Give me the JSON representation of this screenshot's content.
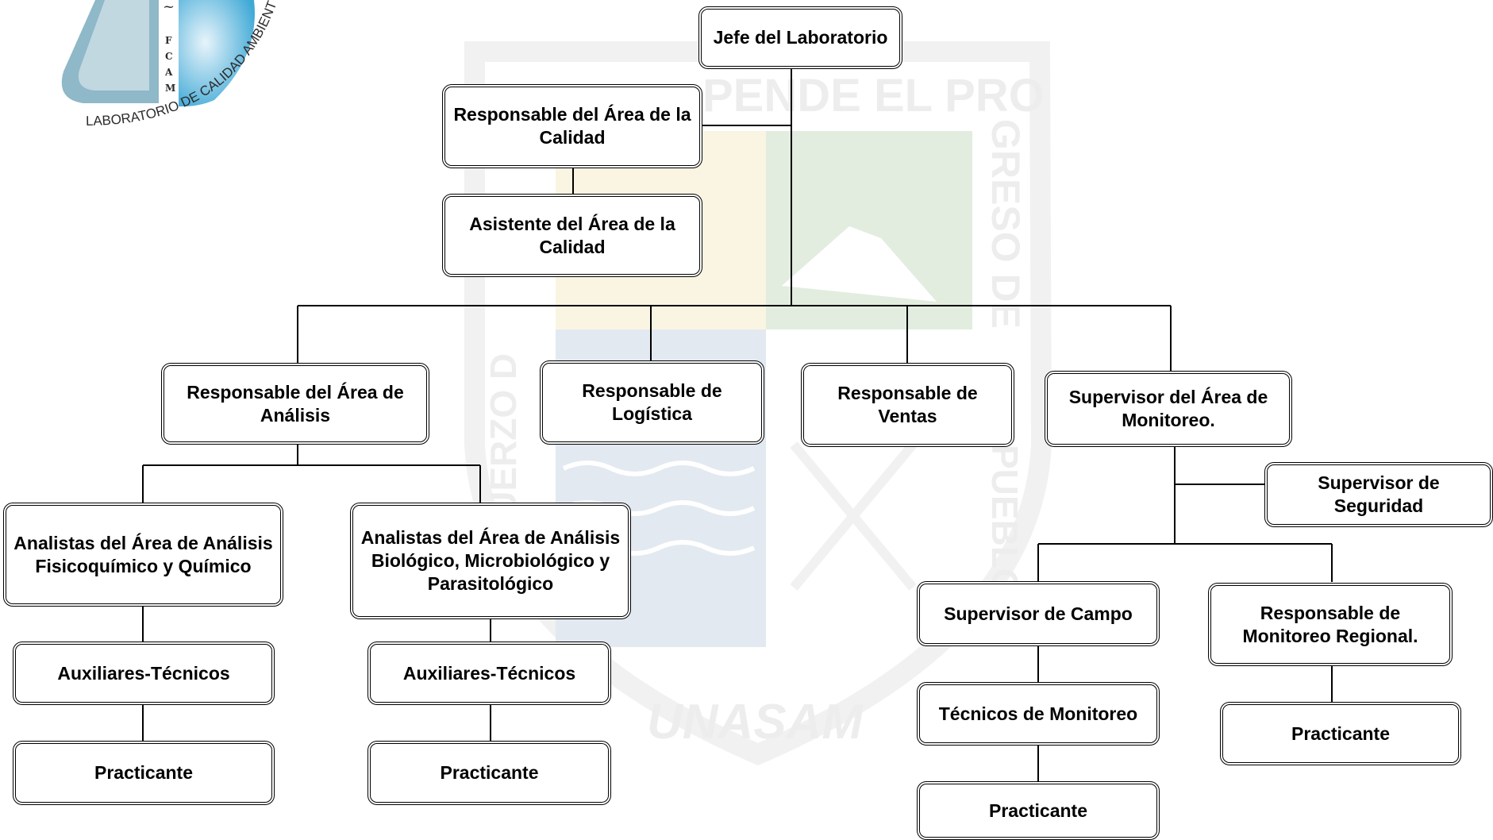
{
  "logo": {
    "arc_text": "LABORATORIO DE CALIDAD AMBIENTAL",
    "vertical_text": [
      "F",
      "C",
      "A",
      "M"
    ],
    "tilde": "~",
    "colors": {
      "flask": "#8fb8c8",
      "drop_light": "#e8f4fb",
      "drop_dark": "#3fa9d6",
      "text": "#2b2b2b"
    }
  },
  "watermark": {
    "motto_top": "PENDE EL PRO",
    "motto_right": "GRESO DE",
    "motto_right_lower": "PUEBLO",
    "motto_left": "FUERZO D",
    "university": "UNASAM",
    "colors": {
      "shield": "#b0b0b0",
      "gold": "#e2c15a",
      "green": "#5a9a4a",
      "blue": "#5a7fb0"
    }
  },
  "org_chart": {
    "nodes": [
      {
        "id": "jefe",
        "label": "Jefe del Laboratorio"
      },
      {
        "id": "calidad",
        "label": "Responsable  del Área de la Calidad"
      },
      {
        "id": "asistente",
        "label": "Asistente del Área de la Calidad"
      },
      {
        "id": "analisis",
        "label": "Responsable del Área de Análisis"
      },
      {
        "id": "logistica",
        "label": "Responsable de Logística"
      },
      {
        "id": "ventas",
        "label": "Responsable de Ventas"
      },
      {
        "id": "monitoreo",
        "label": "Supervisor del Área de Monitoreo."
      },
      {
        "id": "seguridad",
        "label": "Supervisor de Seguridad"
      },
      {
        "id": "fisico",
        "label": "Analistas del Área de Análisis Fisicoquímico y Químico"
      },
      {
        "id": "bio",
        "label": "Analistas del Área de Análisis Biológico, Microbiológico y Parasitológico"
      },
      {
        "id": "aux1",
        "label": "Auxiliares-Técnicos"
      },
      {
        "id": "aux2",
        "label": "Auxiliares-Técnicos"
      },
      {
        "id": "prac1",
        "label": "Practicante"
      },
      {
        "id": "prac2",
        "label": "Practicante"
      },
      {
        "id": "campo",
        "label": "Supervisor de Campo"
      },
      {
        "id": "regional",
        "label": "Responsable de Monitoreo Regional."
      },
      {
        "id": "tecnicos",
        "label": "Técnicos de Monitoreo"
      },
      {
        "id": "prac3",
        "label": "Practicante"
      },
      {
        "id": "prac4",
        "label": "Practicante"
      }
    ]
  }
}
